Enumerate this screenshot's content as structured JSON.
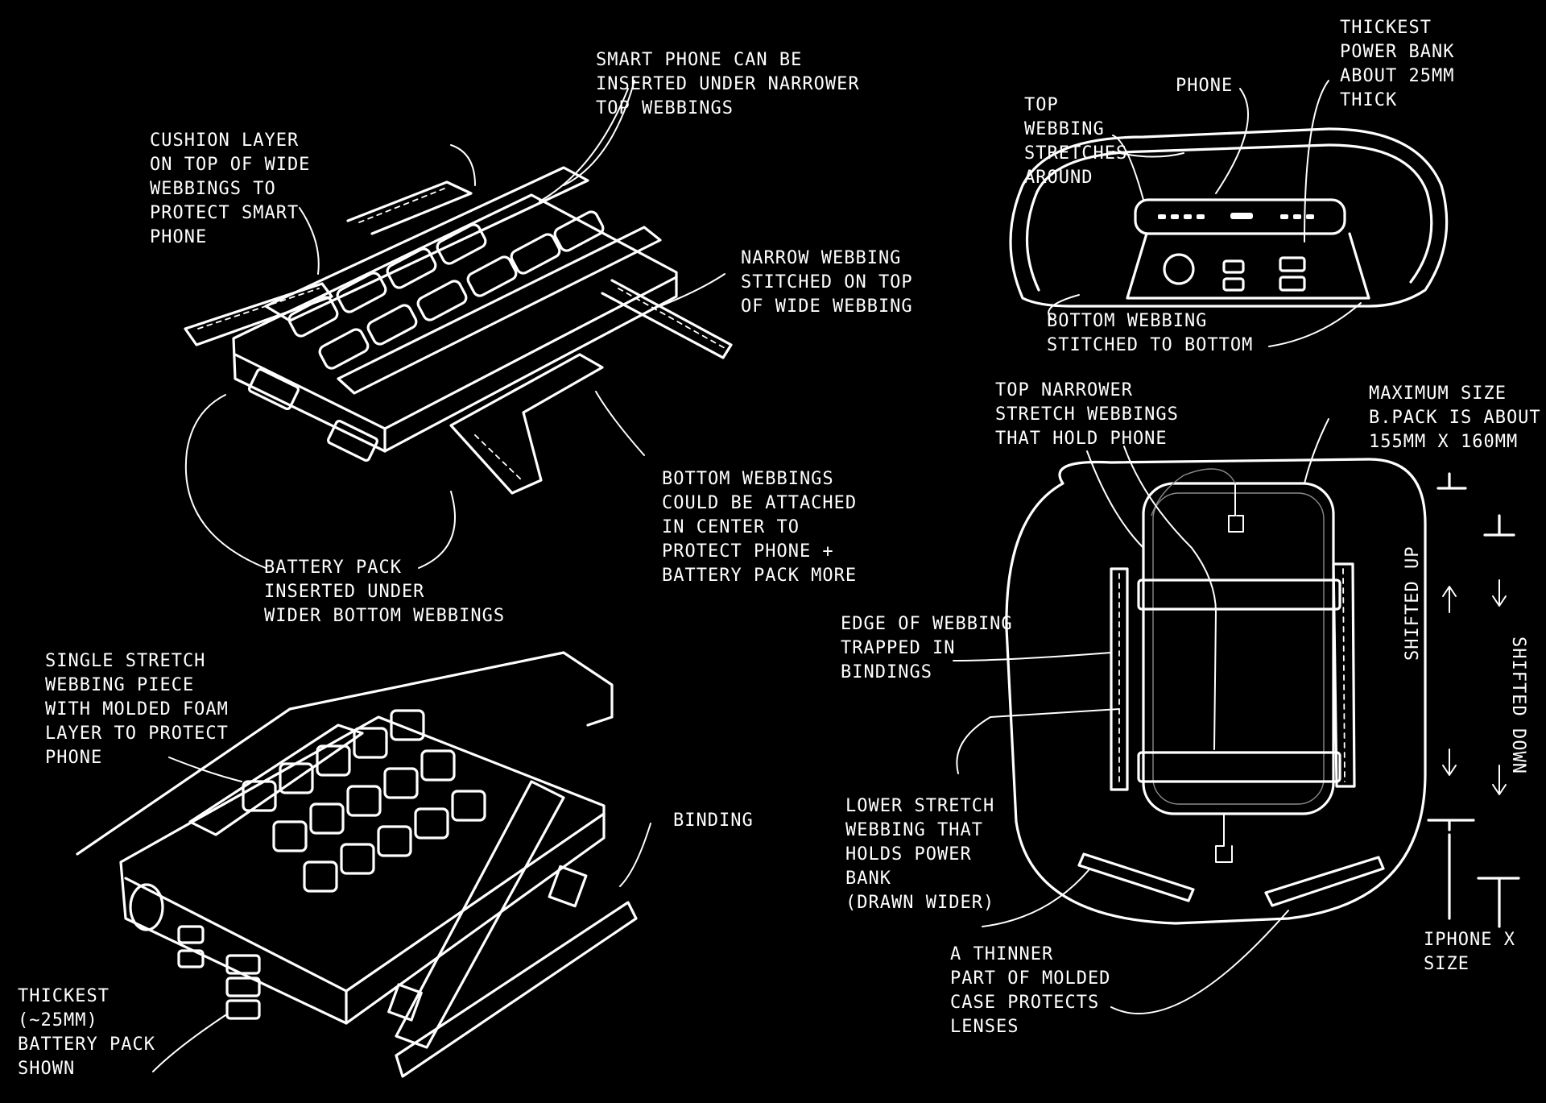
{
  "colors": {
    "background": "#000000",
    "ink": "#ffffff"
  },
  "sketches": [
    "battery-pack-case-isometric",
    "molded-foam-case-isometric",
    "case-front-end-view",
    "case-top-view"
  ],
  "annotations": {
    "smart_phone": "SMART PHONE CAN BE\nINSERTED UNDER NARROWER\nTOP WEBBINGS",
    "cushion_layer": "CUSHION LAYER\nON TOP OF WIDE\nWEBBINGS TO\nPROTECT SMART\nPHONE",
    "narrow_webbing": "NARROW WEBBING\nSTITCHED ON TOP\nOF WIDE WEBBING",
    "bottom_webbings": "BOTTOM WEBBINGS\nCOULD BE ATTACHED\nIN CENTER TO\nPROTECT PHONE +\nBATTERY PACK MORE",
    "battery_pack": "BATTERY PACK\nINSERTED UNDER\nWIDER BOTTOM WEBBINGS",
    "single_stretch": "SINGLE STRETCH\nWEBBING PIECE\nWITH MOLDED FOAM\nLAYER TO PROTECT\nPHONE",
    "binding": "BINDING",
    "thickest_shown": "THICKEST\n(~25mm)\nBATTERY PACK\nSHOWN",
    "top_webbing_stretches": "TOP\nWEBBING\nSTRETCHES\nAROUND",
    "phone": "PHONE",
    "thickest_power_bank": "THICKEST\nPOWER BANK\nABOUT 25mm\nTHICK",
    "bottom_webbing_stitched": "BOTTOM WEBBING\nSTITCHED TO BOTTOM",
    "top_narrower": "TOP NARROWER\nSTRETCH WEBBINGS\nTHAT HOLD PHONE",
    "maximum_size": "MAXIMUM SIZE\nB.PACK IS ABOUT\n155mm x 160mm",
    "edge_of_webbing": "EDGE OF WEBBING\nTRAPPED IN\nBINDINGS",
    "shifted_up": "SHIFTED UP",
    "shifted_down": "SHIFTED DOWN",
    "lower_stretch": "LOWER STRETCH\nWEBBING THAT\nHOLDS POWER\nBANK\n(DRAWN WIDER)",
    "thinner_part": "A THINNER\nPART OF MOLDED\nCASE PROTECTS\nLENSES",
    "iphone_x_size": "iPHONE X\nSIZE"
  }
}
